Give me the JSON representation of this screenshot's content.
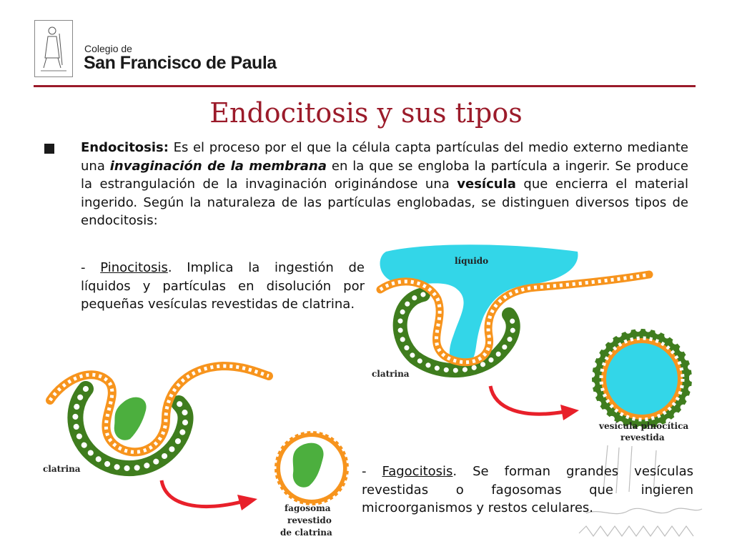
{
  "header": {
    "school_pre": "Colegio de",
    "school_name": "San Francisco de Paula"
  },
  "slide": {
    "title": "Endocitosis y sus tipos",
    "intro": {
      "term": "Endocitosis:",
      "text1": " Es el proceso por el que la célula capta partículas del medio externo mediante una ",
      "emphasis": "invaginación de la membrana",
      "text2": " en la que se engloba la partícula a ingerir. Se produce la estrangulación de la invaginación originándose una ",
      "bold_word": "vesícula",
      "text3": " que encierra el material ingerido. Según la naturaleza de las partículas englobadas, se distinguen diversos tipos de endocitosis:"
    },
    "pinocitosis": {
      "dash": "- ",
      "term": "Pinocitosis",
      "text": ". Implica la ingestión de líquidos y partículas en disolución por pequeñas vesículas revestidas de clatrina."
    },
    "fagocitosis": {
      "dash": "- ",
      "term": "Fagocitosis",
      "text": ". Se forman grandes vesículas revestidas o fagosomas que ingieren microorganismos y restos celulares."
    }
  },
  "diagram_pino": {
    "liquid_label": "líquido",
    "clathrin_label": "clatrina",
    "vesicle_label_1": "vesícula pinocítica",
    "vesicle_label_2": "revestida"
  },
  "diagram_fago": {
    "clathrin_label": "clatrina",
    "phagosome_label_1": "fagosoma",
    "phagosome_label_2": "revestido",
    "phagosome_label_3": "de clatrina"
  },
  "colors": {
    "accent": "#9b1b2a",
    "membrane": "#f7941d",
    "clathrin": "#3f7d1e",
    "liquid": "#33d6e8",
    "particle": "#4caf3e",
    "arrow": "#e8202a"
  }
}
